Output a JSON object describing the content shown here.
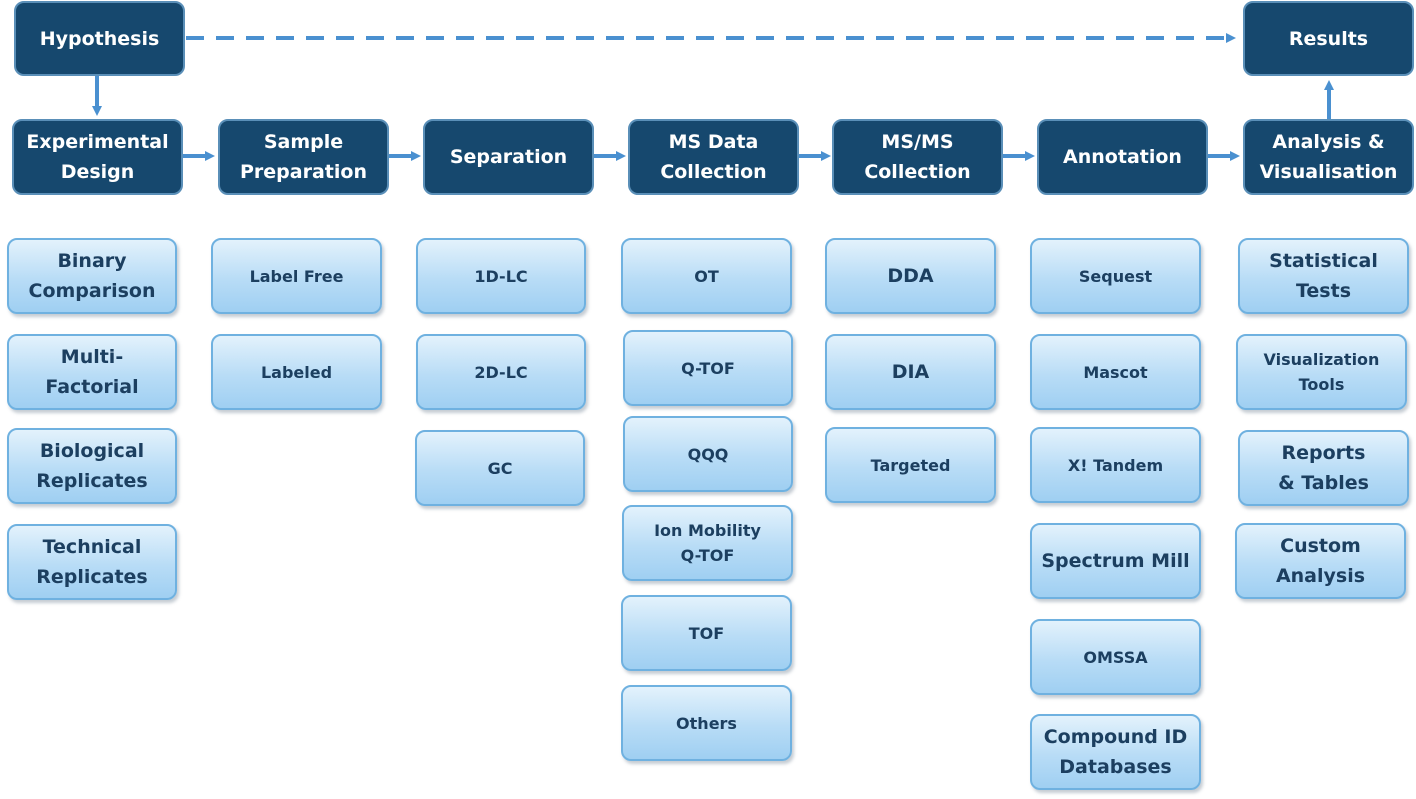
{
  "colors": {
    "header_bg": "#16486e",
    "header_border": "#5a8fb8",
    "item_border": "#6fb1e0",
    "arrow": "#4a90d0",
    "text_dark": "#1c3f60"
  },
  "top": {
    "hypothesis": "Hypothesis",
    "results": "Results"
  },
  "stages": {
    "experimental_design": "Experimental\nDesign",
    "sample_preparation": "Sample\nPreparation",
    "separation": "Separation",
    "ms_data_collection": "MS Data\nCollection",
    "msms_collection": "MS/MS\nCollection",
    "annotation": "Annotation",
    "analysis_visualisation": "Analysis &\nVisualisation"
  },
  "items": {
    "experimental_design": [
      "Binary\nComparison",
      "Multi-\nFactorial",
      "Biological\nReplicates",
      "Technical\nReplicates"
    ],
    "sample_preparation": [
      "Label Free",
      "Labeled"
    ],
    "separation": [
      "1D-LC",
      "2D-LC",
      "GC"
    ],
    "ms_data_collection": [
      "OT",
      "Q-TOF",
      "QQQ",
      "Ion Mobility\nQ-TOF",
      "TOF",
      "Others"
    ],
    "msms_collection": [
      "DDA",
      "DIA",
      "Targeted"
    ],
    "annotation": [
      "Sequest",
      "Mascot",
      "X! Tandem",
      "Spectrum Mill",
      "OMSSA",
      "Compound ID\nDatabases"
    ],
    "analysis_visualisation": [
      "Statistical\nTests",
      "Visualization\nTools",
      "Reports\n& Tables",
      "Custom\nAnalysis"
    ]
  }
}
